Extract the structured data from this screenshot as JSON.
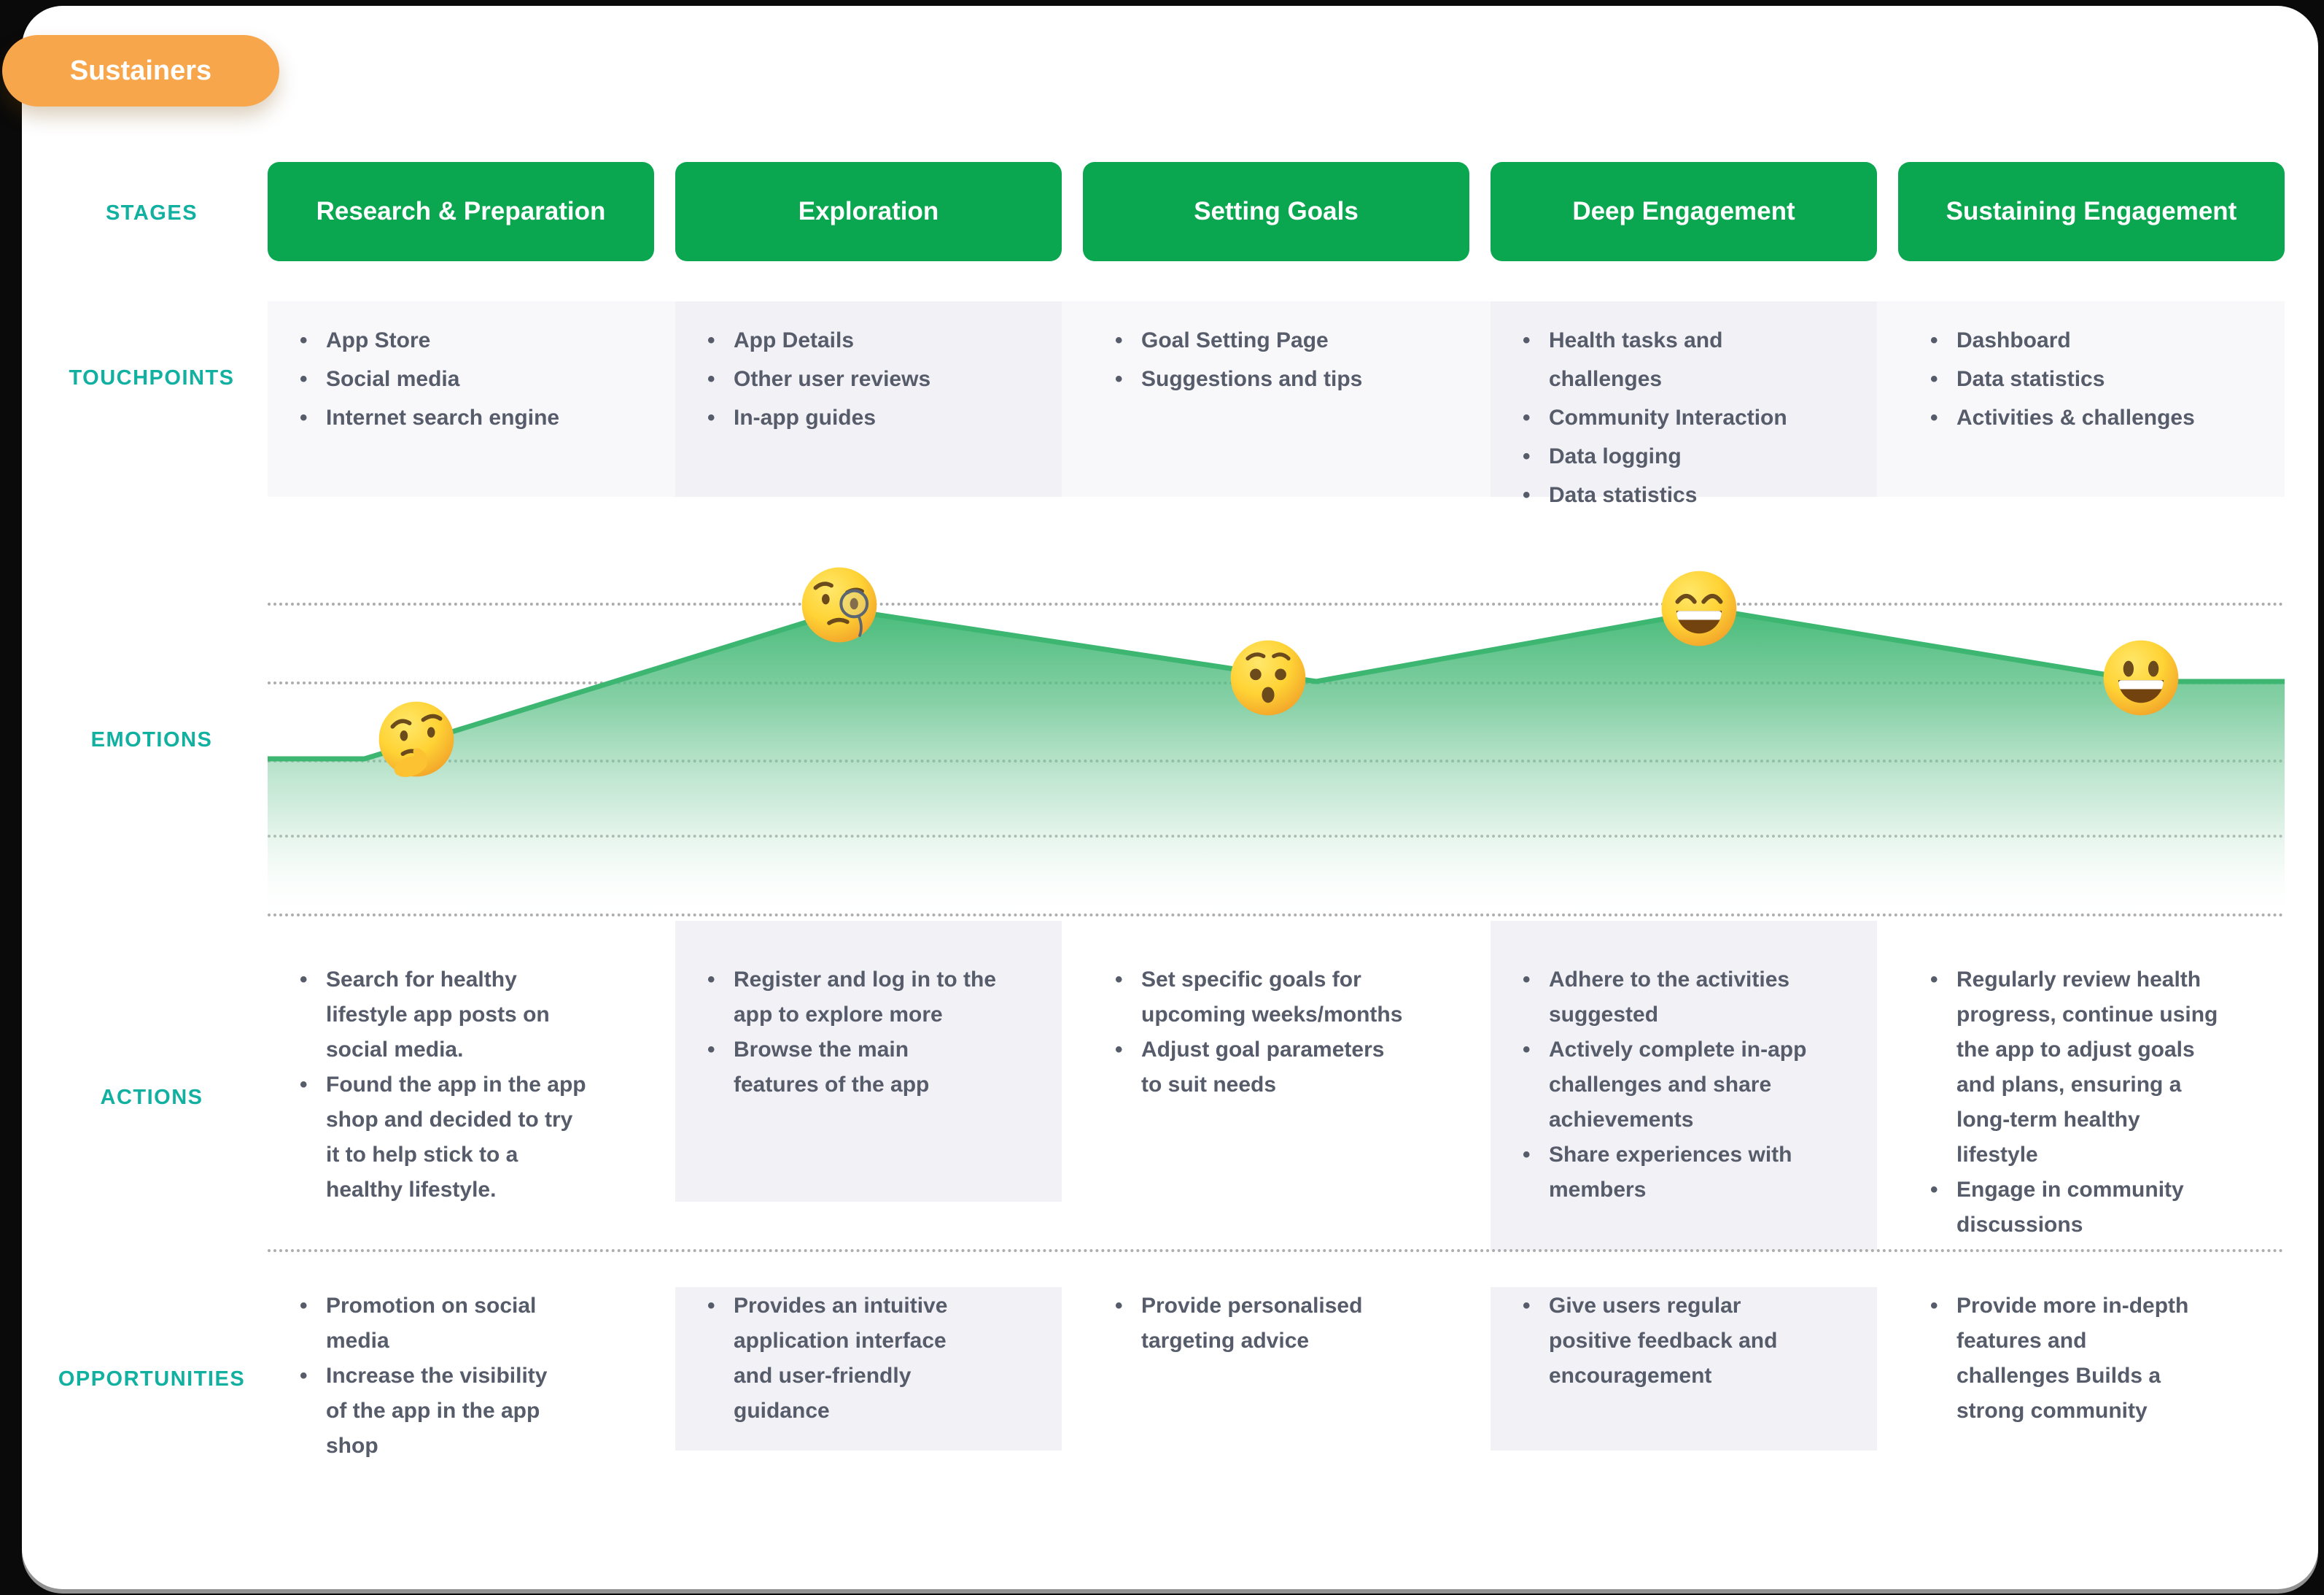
{
  "badge": {
    "label": "Sustainers"
  },
  "row_labels": {
    "stages": "STAGES",
    "touchpoints": "TOUCHPOINTS",
    "emotions": "EMOTIONS",
    "actions": "ACTIONS",
    "opportunities": "OPPORTUNITIES"
  },
  "colors": {
    "badge_orange": "#F8A64C",
    "stage_green": "#0BA750",
    "label_teal": "#12B0A1",
    "body_text": "#575C6B",
    "curve_green": "#3CB671"
  },
  "stages": [
    {
      "label": "Research & Preparation",
      "touchpoints": [
        "App Store",
        "Social media",
        "Internet search engine"
      ],
      "actions": [
        "Search for healthy lifestyle app posts on social media.",
        "Found the app in the app shop and decided to try it to help stick to a healthy lifestyle."
      ],
      "opportunities": [
        "Promotion on social media",
        "Increase the visibility of the app in the app shop"
      ],
      "emotion": "thinking-face"
    },
    {
      "label": "Exploration",
      "touchpoints": [
        "App Details",
        "Other user reviews",
        "In-app guides"
      ],
      "actions": [
        "Register and log in to the app to explore more",
        "Browse the main features of the app"
      ],
      "opportunities": [
        "Provides an intuitive application interface and user-friendly guidance"
      ],
      "emotion": "face-with-monocle"
    },
    {
      "label": "Setting Goals",
      "touchpoints": [
        "Goal Setting Page",
        "Suggestions and tips"
      ],
      "actions": [
        "Set specific goals for upcoming weeks/months",
        "Adjust goal parameters to suit needs"
      ],
      "opportunities": [
        "Provide personalised targeting advice"
      ],
      "emotion": "hushed-face"
    },
    {
      "label": "Deep Engagement",
      "touchpoints": [
        "Health tasks and challenges",
        "Community Interaction",
        "Data logging",
        "Data statistics"
      ],
      "actions": [
        "Adhere to the activities suggested",
        "Actively complete in-app challenges and share achievements",
        "Share experiences with members"
      ],
      "opportunities": [
        "Give users regular positive feedback and encouragement"
      ],
      "emotion": "grinning-face-with-smiling-eyes"
    },
    {
      "label": "Sustaining Engagement",
      "touchpoints": [
        "Dashboard",
        "Data statistics",
        "Activities & challenges"
      ],
      "actions": [
        "Regularly review health progress, continue using the app to adjust goals and plans, ensuring a long-term healthy lifestyle",
        "Engage in community discussions"
      ],
      "opportunities": [
        "Provide more in-depth features and challenges Builds a strong community"
      ],
      "emotion": "grinning-face-with-big-eyes"
    }
  ],
  "emotion_curve": {
    "description": "green area curve across 5 stages, 5 dotted gridlines",
    "levels_per_stage": [
      "low",
      "high",
      "medium",
      "high",
      "medium"
    ],
    "gridlines": 5
  }
}
